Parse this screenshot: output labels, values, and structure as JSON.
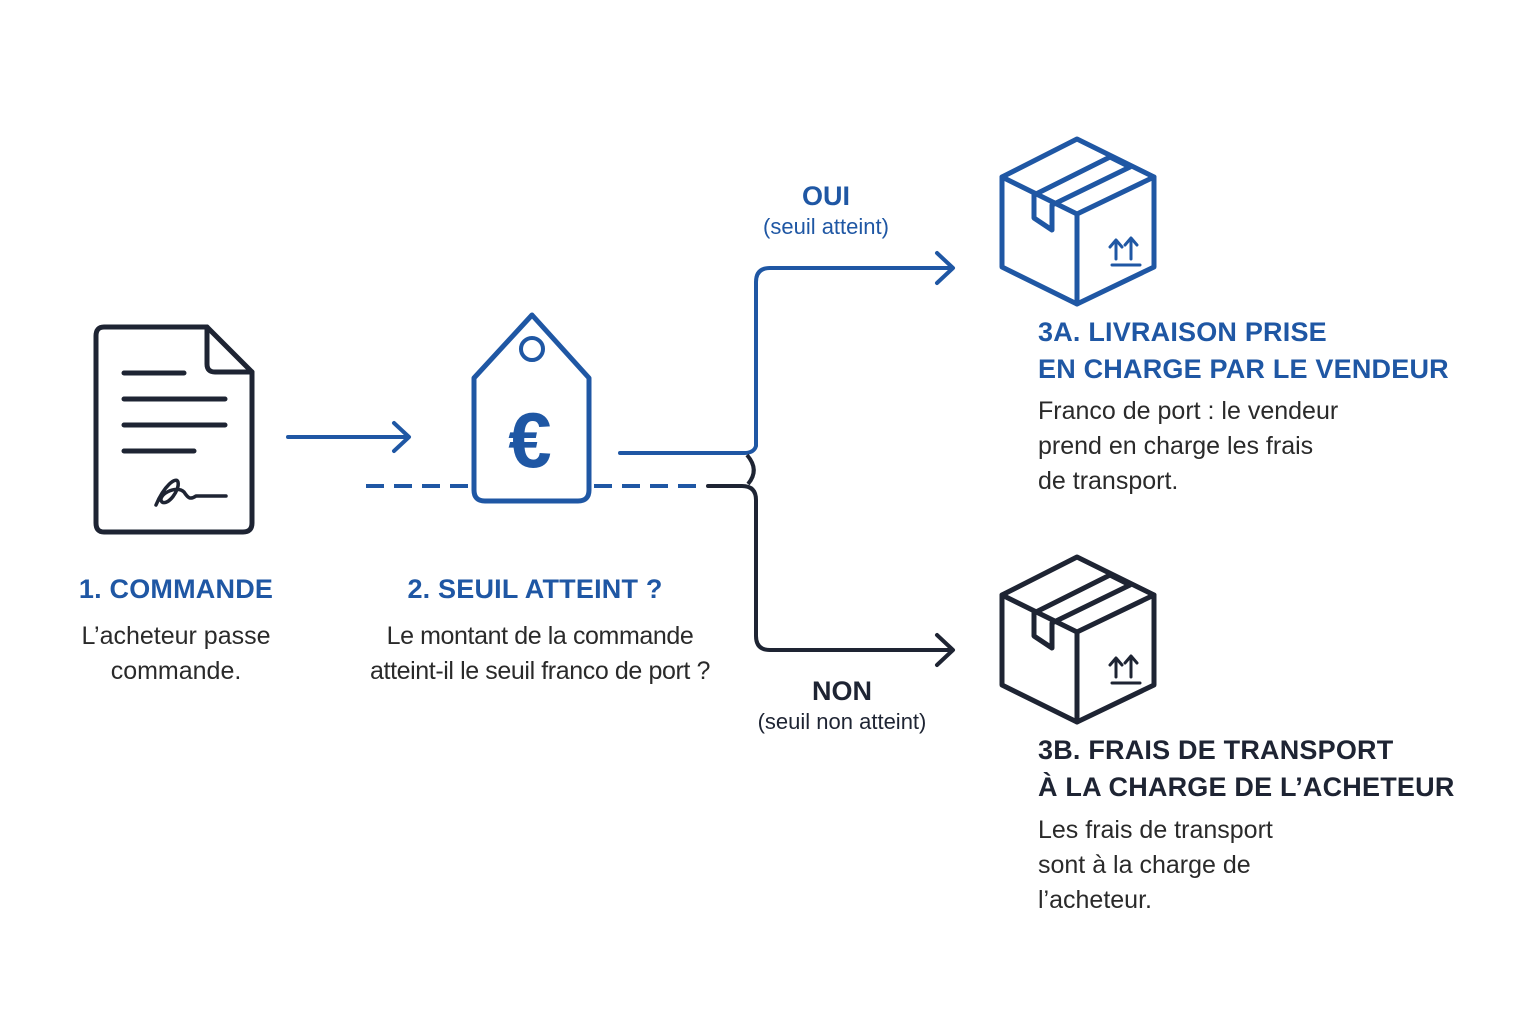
{
  "colors": {
    "blue": "#1f57a4",
    "dark": "#1e2433",
    "text": "#2a2a2a"
  },
  "icons": {
    "step1": "signed-document-icon",
    "step2": "euro-price-tag-icon",
    "step3a": "package-box-icon",
    "step3b": "package-box-icon"
  },
  "steps": {
    "commande": {
      "title": "1. COMMANDE",
      "desc": [
        "L’acheteur passe",
        "commande."
      ]
    },
    "seuil": {
      "title": "2. SEUIL ATTEINT ?",
      "desc": [
        "Le montant de la commande",
        "atteint-il le seuil franco de port ?"
      ]
    },
    "vendeur": {
      "title": [
        "3A. LIVRAISON PRISE",
        "EN CHARGE PAR LE VENDEUR"
      ],
      "desc": [
        "Franco de port : le vendeur",
        "prend en charge les frais",
        "de transport."
      ]
    },
    "acheteur": {
      "title": [
        "3B. FRAIS DE TRANSPORT",
        "À LA CHARGE DE L’ACHETEUR"
      ],
      "desc": [
        "Les frais de transport",
        "sont à la charge de",
        "l’acheteur."
      ]
    }
  },
  "branches": {
    "oui": {
      "label": "OUI",
      "sub": "(seuil atteint)"
    },
    "non": {
      "label": "NON",
      "sub": "(seuil non atteint)"
    }
  }
}
